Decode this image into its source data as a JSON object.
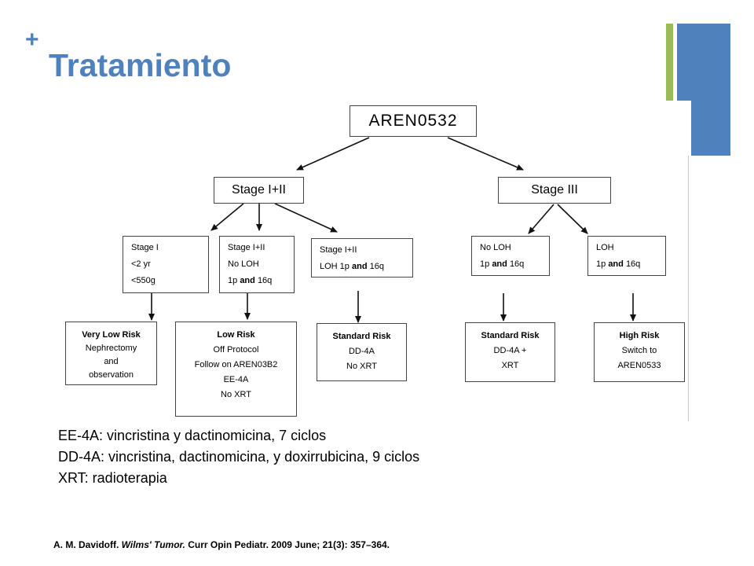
{
  "slide": {
    "plus": "+",
    "title": "Tratamiento"
  },
  "diagram": {
    "root": "AREN0532",
    "stage_a": "Stage I+II",
    "stage_b": "Stage III",
    "crit1": [
      "Stage I",
      "<2 yr",
      "<550g"
    ],
    "crit2": [
      "Stage I+II",
      "No LOH",
      "1p",
      "and",
      "16q"
    ],
    "crit3": [
      "Stage I+II",
      "LOH 1p",
      "and",
      "16q"
    ],
    "crit4": [
      "No LOH",
      "1p",
      "and",
      "16q"
    ],
    "crit5": [
      "LOH",
      "1p",
      "and",
      "16q"
    ],
    "res1": [
      "Very Low Risk",
      "Nephrectomy",
      "and",
      "observation"
    ],
    "res2": [
      "Low Risk",
      "Off Protocol",
      "Follow on AREN03B2",
      "EE-4A",
      "No XRT"
    ],
    "res3": [
      "Standard Risk",
      "DD-4A",
      "No XRT"
    ],
    "res4": [
      "Standard Risk",
      "DD-4A +",
      "XRT"
    ],
    "res5": [
      "High Risk",
      "Switch to",
      "AREN0533"
    ]
  },
  "notes": [
    "EE-4A: vincristina y dactinomicina, 7 ciclos",
    "DD-4A: vincristina, dactinomicina, y doxirrubicina, 9 ciclos",
    "XRT: radioterapia"
  ],
  "reference": {
    "prefix": "A. M. Davidoff. ",
    "title": "Wilms' Tumor.",
    "suffix": " Curr Opin Pediatr. 2009 June; 21(3): 357–364."
  }
}
